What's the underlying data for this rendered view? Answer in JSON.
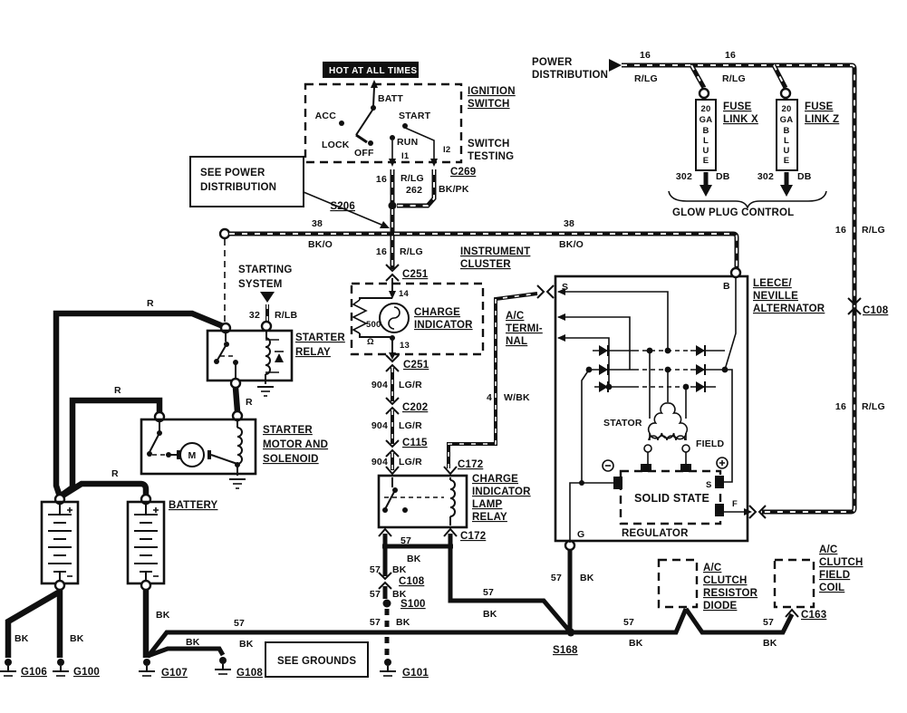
{
  "note": {
    "hot": "HOT AT ALL TIMES"
  },
  "wire": {
    "n16": "16",
    "rlg": "R/LG",
    "n38": "38",
    "bko": "BK/O",
    "n32": "32",
    "rlb": "R/LB",
    "r": "R",
    "bk": "BK",
    "n57": "57",
    "n904": "904",
    "lgr": "LG/R",
    "n4": "4",
    "wbk": "W/BK",
    "n262": "262",
    "bkpk": "BK/PK",
    "n302": "302",
    "db": "DB",
    "n500": "500",
    "ohm": "Ω",
    "p14": "14",
    "p13": "13"
  },
  "conn": {
    "c269": "C269",
    "s206": "S206",
    "c251": "C251",
    "c202": "C202",
    "c115": "C115",
    "c172": "C172",
    "c108": "C108",
    "s100": "S100",
    "s168": "S168",
    "c163": "C163",
    "g101": "G101",
    "g106": "G106",
    "g100": "G100",
    "g107": "G107",
    "g108": "G108"
  },
  "term": {
    "b": "B",
    "s": "S",
    "f": "F",
    "g": "G",
    "m": "M",
    "i1": "I1",
    "i2": "I2",
    "plusminus_note": "",
    "minus": "−",
    "plus": "+"
  },
  "power": {
    "l1": "POWER",
    "l2": "DISTRIBUTION"
  },
  "fuses": {
    "stack1": "20",
    "stack2": "GA",
    "stack3": "B",
    "stack4": "L",
    "stack5": "U",
    "stack6": "E",
    "x1": "FUSE",
    "x2": "LINK X",
    "z1": "FUSE",
    "z2": "LINK Z",
    "glow": "GLOW PLUG CONTROL"
  },
  "ignition": {
    "l1": "IGNITION",
    "l2": "SWITCH",
    "t1": "SWITCH",
    "t2": "TESTING",
    "acc": "ACC",
    "lock": "LOCK",
    "off": "OFF",
    "run": "RUN",
    "start": "START",
    "batt": "BATT"
  },
  "see_power": {
    "l1": "SEE POWER",
    "l2": "DISTRIBUTION"
  },
  "starting": {
    "l1": "STARTING",
    "l2": "SYSTEM"
  },
  "relay": {
    "l1": "STARTER",
    "l2": "RELAY"
  },
  "motor": {
    "l1": "STARTER",
    "l2": "MOTOR AND",
    "l3": "SOLENOID"
  },
  "battery": {
    "label": "BATTERY"
  },
  "cluster": {
    "l1": "INSTRUMENT",
    "l2": "CLUSTER"
  },
  "charge_ind": {
    "l1": "CHARGE",
    "l2": "INDICATOR"
  },
  "ac_term": {
    "l1": "A/C",
    "l2": "TERMI-",
    "l3": "NAL"
  },
  "alt": {
    "l1": "LEECE/",
    "l2": "NEVILLE",
    "l3": "ALTERNATOR",
    "stator": "STATOR",
    "field": "FIELD",
    "ss": "SOLID STATE",
    "reg": "REGULATOR"
  },
  "lamp_relay": {
    "l1": "CHARGE",
    "l2": "INDICATOR",
    "l3": "LAMP",
    "l4": "RELAY"
  },
  "ac_diode": {
    "l1": "A/C",
    "l2": "CLUTCH",
    "l3": "RESISTOR",
    "l4": "DIODE"
  },
  "ac_coil": {
    "l1": "A/C",
    "l2": "CLUTCH",
    "l3": "FIELD",
    "l4": "COIL"
  },
  "see_grounds": {
    "label": "SEE GROUNDS"
  }
}
